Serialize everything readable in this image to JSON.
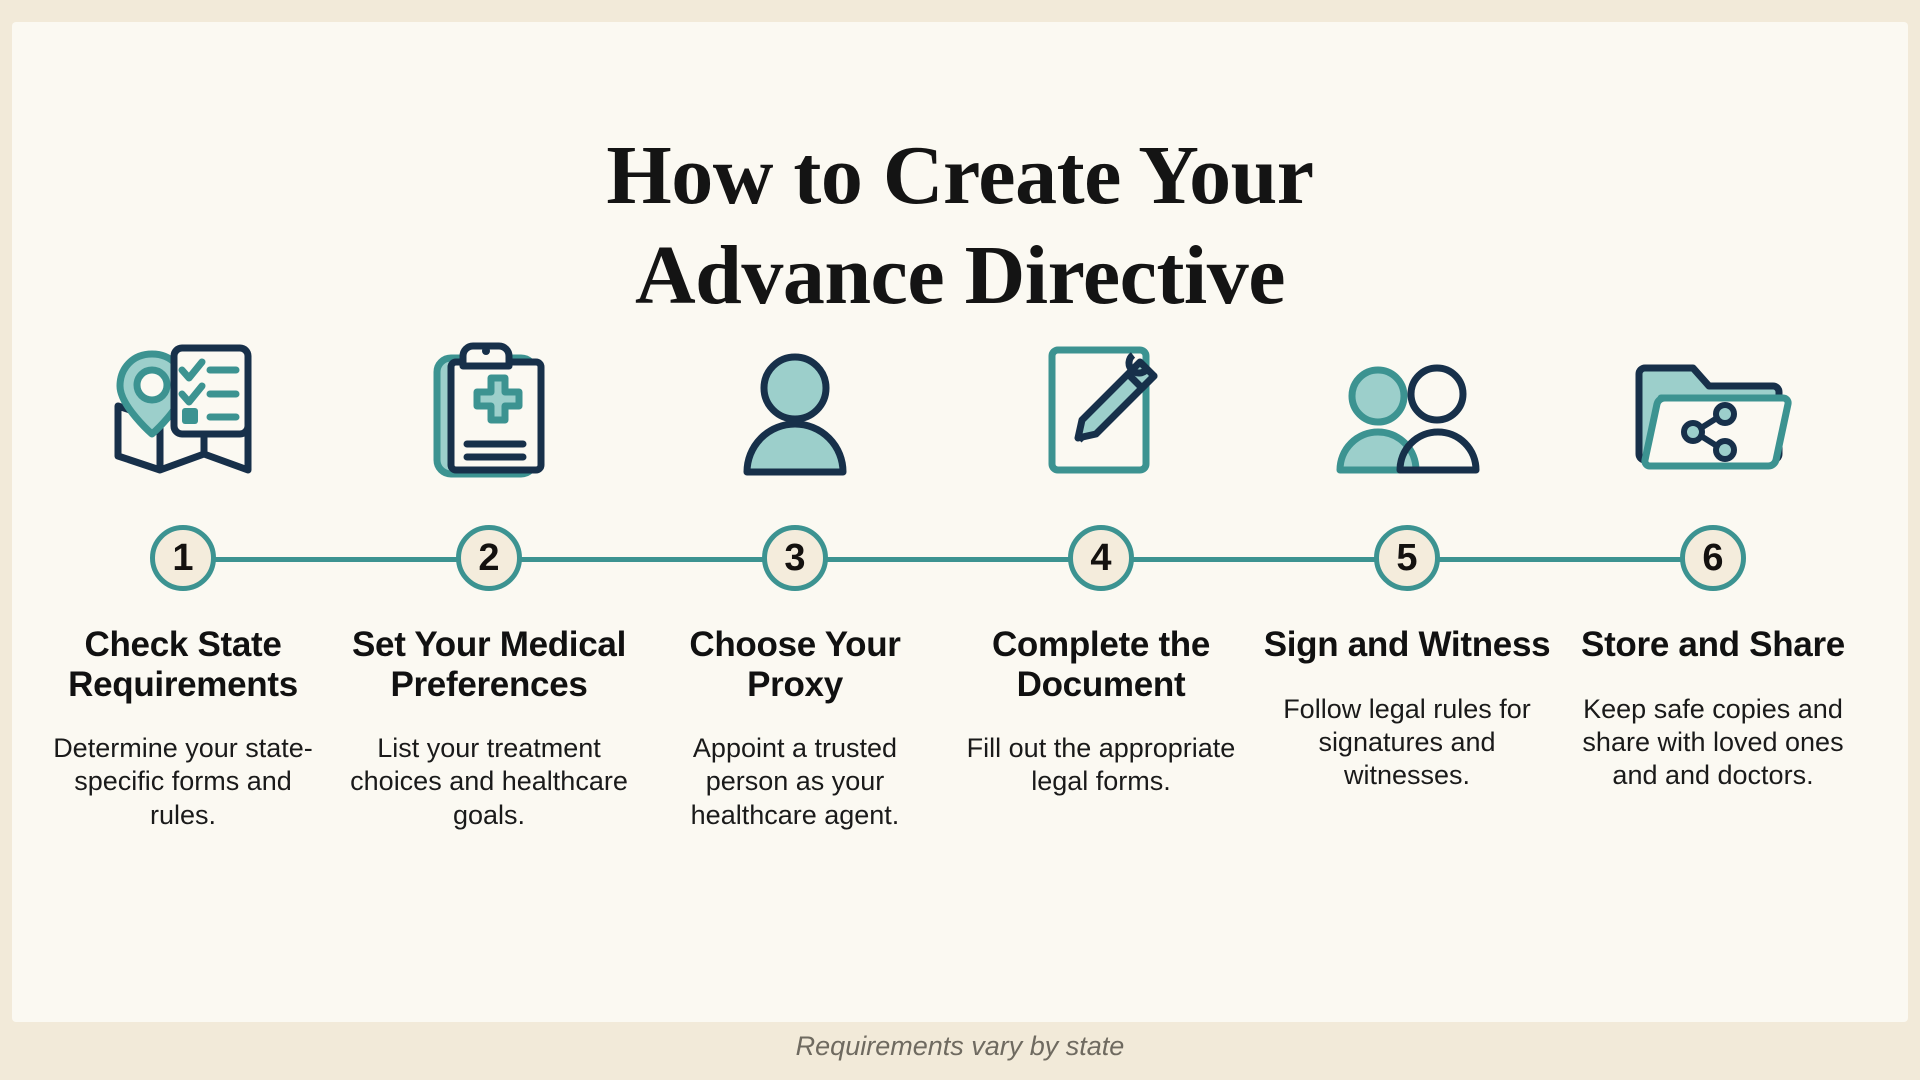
{
  "title": {
    "line1": "How to Create Your",
    "line2": "Advance Directive"
  },
  "footer": {
    "note": "Requirements vary by state"
  },
  "colors": {
    "page_background": "#f2ead9",
    "card_background": "#fbf9f2",
    "teal": "#3c9391",
    "teal_light": "#9ccfcb",
    "navy": "#17304a",
    "circle_fill": "#f4ecdc",
    "heading_text": "#111111",
    "footer_text": "#6f6a60"
  },
  "steps": [
    {
      "number": "1",
      "icon": "map-pin-checklist-icon",
      "heading": "Check State Requirements",
      "description": "Determine your state-specific forms and rules."
    },
    {
      "number": "2",
      "icon": "medical-clipboard-icon",
      "heading": "Set Your Medical Preferences",
      "description": "List your treatment choices and healthcare goals."
    },
    {
      "number": "3",
      "icon": "person-icon",
      "heading": "Choose Your Proxy",
      "description": "Appoint a trusted person as your healthcare agent."
    },
    {
      "number": "4",
      "icon": "document-pen-icon",
      "heading": "Complete the Document",
      "description": "Fill out the appropriate legal forms."
    },
    {
      "number": "5",
      "icon": "two-people-icon",
      "heading": "Sign and Witness",
      "description": "Follow legal rules for signatures and witnesses."
    },
    {
      "number": "6",
      "icon": "folder-share-icon",
      "heading": "Store and Share",
      "description": "Keep safe copies and share with loved ones and and doctors."
    }
  ]
}
